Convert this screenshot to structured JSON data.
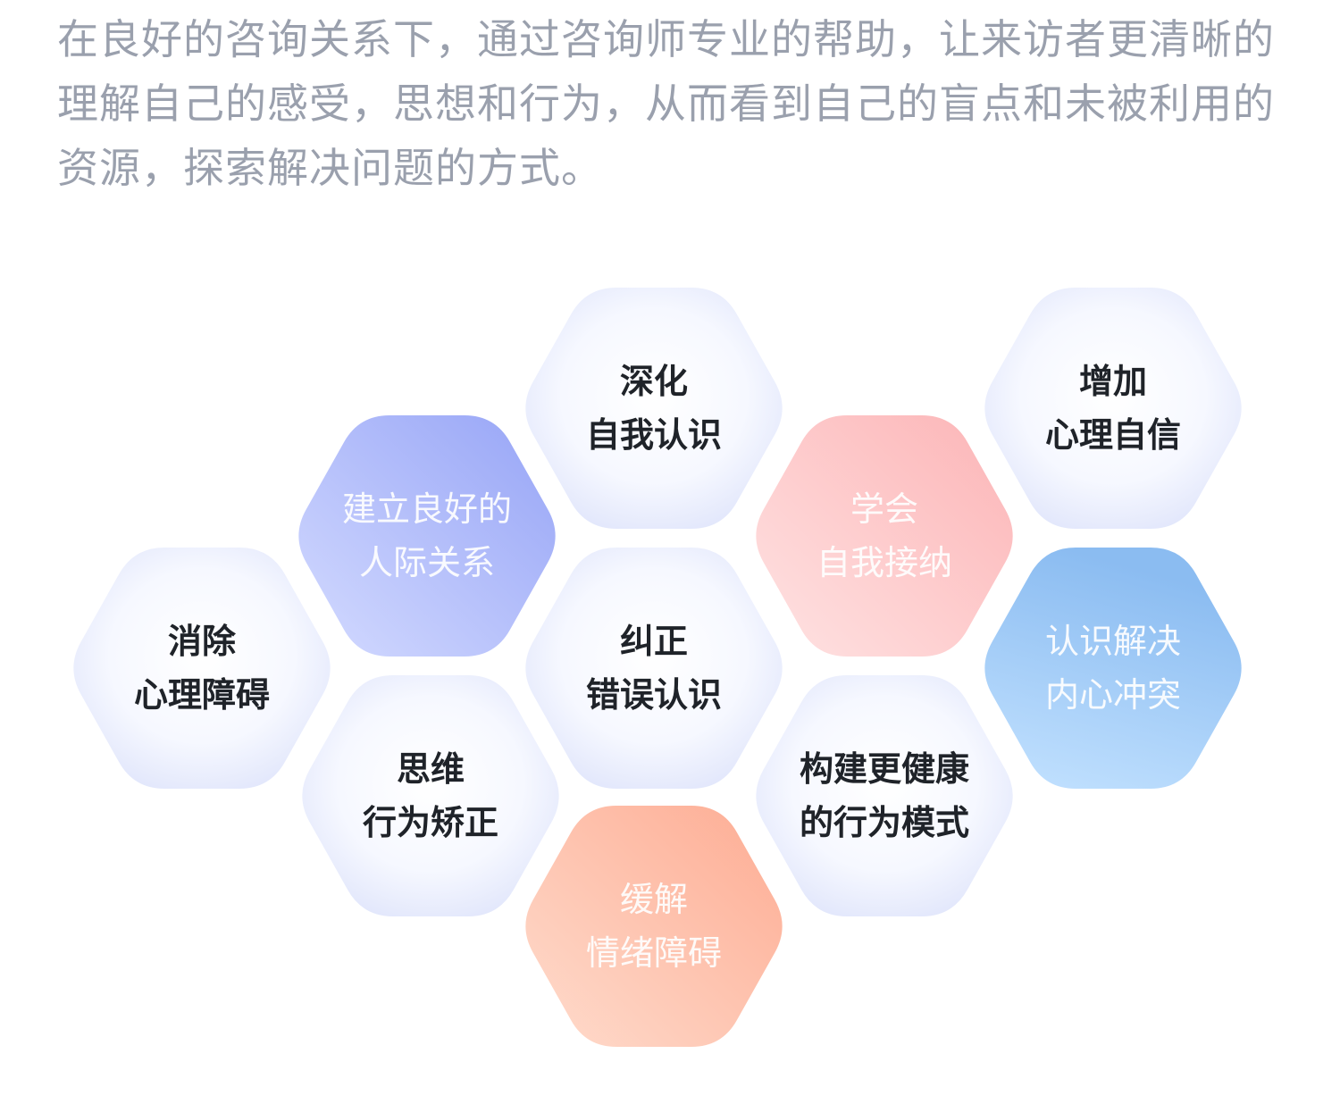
{
  "intro_text": "在良好的咨询关系下，通过咨询师专业的帮助，让来访者更清晰的理解自己的感受，思想和行为，从而看到自己的盲点和未被利用的资源，探索解决问题的方式。",
  "hexagons": [
    {
      "id": "deepen-self-awareness",
      "line1": "深化",
      "line2": "自我认识",
      "style": "light"
    },
    {
      "id": "increase-confidence",
      "line1": "增加",
      "line2": "心理自信",
      "style": "light"
    },
    {
      "id": "build-relationships",
      "line1": "建立良好的",
      "line2": "人际关系",
      "style": "blue-violet"
    },
    {
      "id": "learn-self-acceptance",
      "line1": "学会",
      "line2": "自我接纳",
      "style": "pink"
    },
    {
      "id": "remove-barriers",
      "line1": "消除",
      "line2": "心理障碍",
      "style": "light"
    },
    {
      "id": "correct-misconceptions",
      "line1": "纠正",
      "line2": "错误认识",
      "style": "light"
    },
    {
      "id": "resolve-conflict",
      "line1": "认识解决",
      "line2": "内心冲突",
      "style": "sky-blue"
    },
    {
      "id": "thinking-correction",
      "line1": "思维",
      "line2": "行为矫正",
      "style": "light"
    },
    {
      "id": "healthier-behavior",
      "line1": "构建更健康",
      "line2": "的行为模式",
      "style": "light"
    },
    {
      "id": "relieve-emotional",
      "line1": "缓解",
      "line2": "情绪障碍",
      "style": "salmon"
    }
  ],
  "colors": {
    "intro_text": "#9aa0ad",
    "light_fill_center": "#ffffff",
    "light_fill_edge": "#e3e8fb",
    "blue_violet": [
      "#cfd6ff",
      "#98a6f7"
    ],
    "pink": [
      "#ffdcdc",
      "#fcb9bb"
    ],
    "sky_blue": [
      "#b9dcff",
      "#8ebff3"
    ],
    "salmon": [
      "#ffd6c6",
      "#fdb19a"
    ]
  }
}
